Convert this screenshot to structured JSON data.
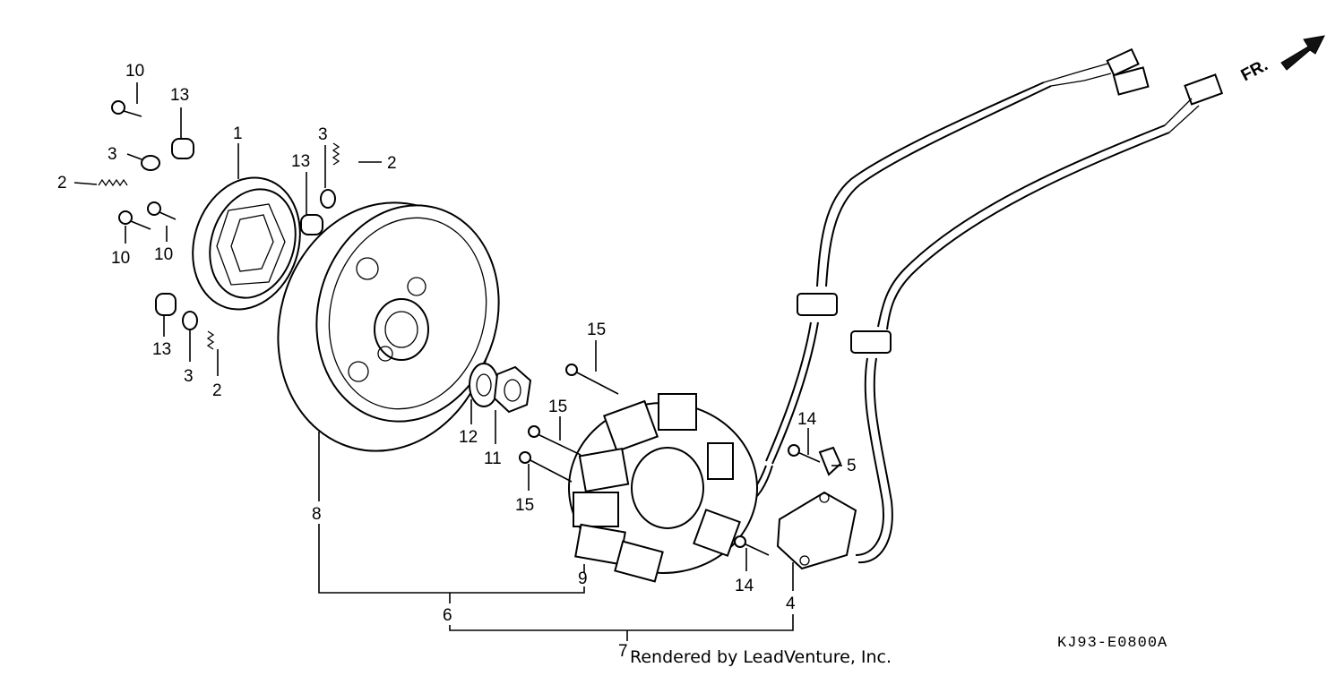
{
  "diagram": {
    "labels": {
      "p1": "1",
      "p2a": "2",
      "p2b": "2",
      "p2c": "2",
      "p3a": "3",
      "p3b": "3",
      "p3c": "3",
      "p4": "4",
      "p5": "5",
      "p6": "6",
      "p7": "7",
      "p8": "8",
      "p9": "9",
      "p10a": "10",
      "p10b": "10",
      "p10c": "10",
      "p11": "11",
      "p12": "12",
      "p13a": "13",
      "p13b": "13",
      "p13c": "13",
      "p14a": "14",
      "p14b": "14",
      "p15a": "15",
      "p15b": "15",
      "p15c": "15"
    },
    "front_marker": "FR.",
    "diagram_code": "KJ93-E0800A",
    "credit": "Rendered by LeadVenture, Inc."
  }
}
